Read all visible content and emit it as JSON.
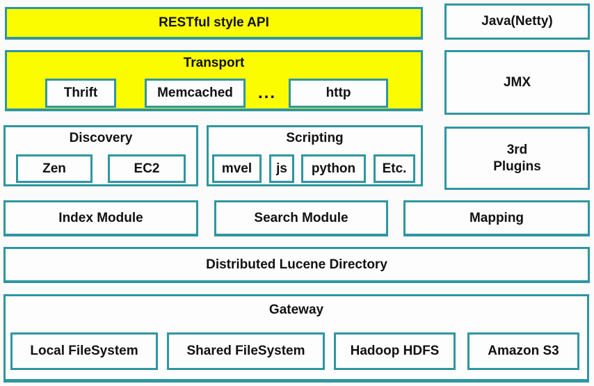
{
  "colors": {
    "bg": "#fbfbfb",
    "border": "#2e96a0",
    "yellow": "#fcfc00",
    "boxbg": "#fdfdfd",
    "text": "#111111"
  },
  "diagram": {
    "restful_api": {
      "label": "RESTful style API"
    },
    "java_netty": {
      "label": "Java(Netty)"
    },
    "transport": {
      "title": "Transport",
      "thrift": "Thrift",
      "memcached": "Memcached",
      "ellipsis": "...",
      "http": "http"
    },
    "jmx": {
      "label": "JMX"
    },
    "discovery": {
      "title": "Discovery",
      "zen": "Zen",
      "ec2": "EC2"
    },
    "scripting": {
      "title": "Scripting",
      "mvel": "mvel",
      "js": "js",
      "python": "python",
      "etc": "Etc."
    },
    "third_party_plugins": {
      "line1": "3rd",
      "line2": "Plugins"
    },
    "index_module": {
      "label": "Index Module"
    },
    "search_module": {
      "label": "Search Module"
    },
    "mapping": {
      "label": "Mapping"
    },
    "lucene_directory": {
      "label": "Distributed Lucene Directory"
    },
    "gateway": {
      "title": "Gateway",
      "local_fs": "Local FileSystem",
      "shared_fs": "Shared FileSystem",
      "hadoop_hdfs": "Hadoop HDFS",
      "amazon_s3": "Amazon S3"
    }
  }
}
